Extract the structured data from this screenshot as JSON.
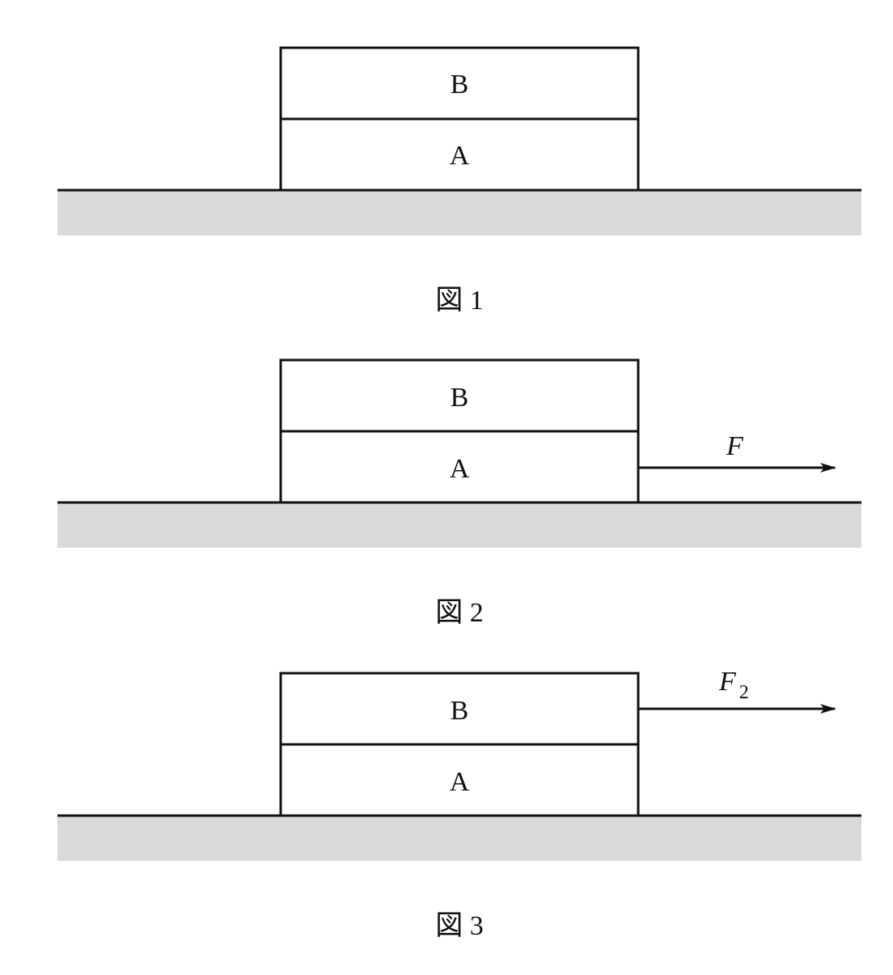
{
  "figures": [
    {
      "caption": "図 1",
      "blocks": {
        "top": "B",
        "bottom": "A"
      },
      "force": null
    },
    {
      "caption": "図 2",
      "blocks": {
        "top": "B",
        "bottom": "A"
      },
      "force": {
        "symbol": "F",
        "subscript": "",
        "applied_to": "A",
        "direction": "right"
      }
    },
    {
      "caption": "図 3",
      "blocks": {
        "top": "B",
        "bottom": "A"
      },
      "force": {
        "symbol": "F",
        "subscript": "2",
        "applied_to": "B",
        "direction": "right"
      }
    }
  ],
  "colors": {
    "ground_fill": "#d9d9d9",
    "stroke": "#111111",
    "background": "#ffffff"
  }
}
